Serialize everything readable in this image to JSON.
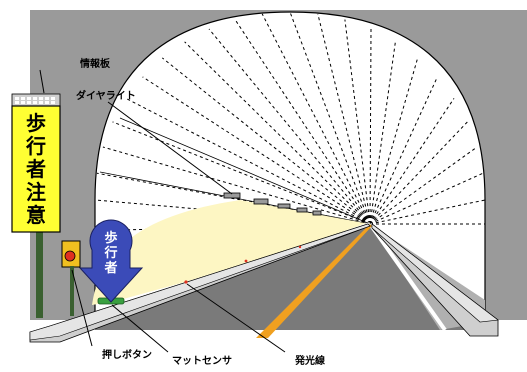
{
  "labels": {
    "info_board": "情報板",
    "dia_light": "ダイヤライト",
    "push_button": "押しボタン",
    "mat_sensor": "マットセンサ",
    "light_wire": "発光線"
  },
  "sign": {
    "chars": [
      "歩",
      "行",
      "者",
      "注",
      "意"
    ]
  },
  "pedestrian_marker": {
    "chars": [
      "歩",
      "行",
      "者"
    ]
  },
  "colors": {
    "wall": "#9a9a9a",
    "ceiling": "#ffffff",
    "road": "#7a7a7a",
    "light_beam": "#fdf6c3",
    "sign_face": "#ffff33",
    "marker": "#3b4bb8",
    "center_line": "#f0a020",
    "button": "#f0c020",
    "light_wire": "#e03020"
  }
}
